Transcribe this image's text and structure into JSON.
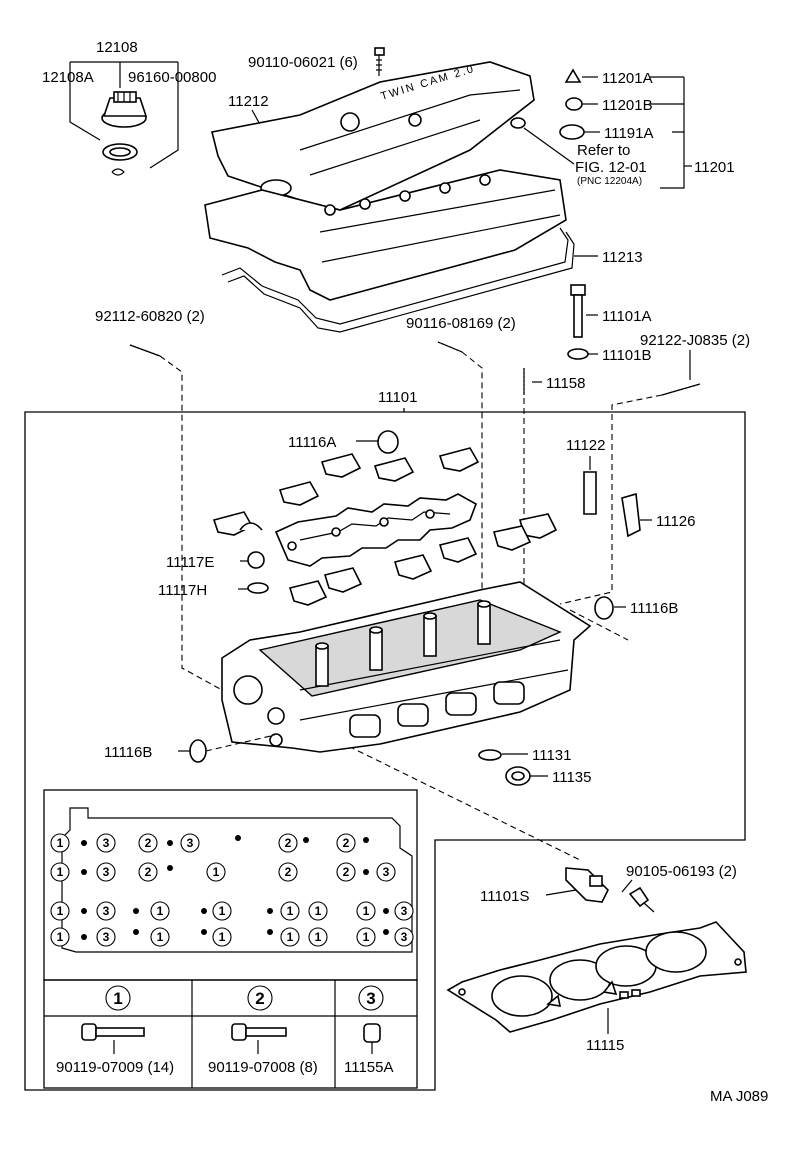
{
  "embossing": "TWIN CAM 2.0",
  "labels": {
    "p12108": "12108",
    "p12108A": "12108A",
    "p96160": "96160-00800",
    "p90110": "90110-06021 (6)",
    "p11212": "11212",
    "p11201A": "11201A",
    "p11201B": "11201B",
    "p11191A": "11191A",
    "refer1": "Refer to",
    "refer2": "FIG. 12-01",
    "refer3": "(PNC 12204A)",
    "p11201": "11201",
    "p11213": "11213",
    "p92112": "92112-60820 (2)",
    "p90116": "90116-08169 (2)",
    "p11101A": "11101A",
    "p92122": "92122-J0835 (2)",
    "p11101B": "11101B",
    "p11158": "11158",
    "p11101": "11101",
    "p11116A": "11116A",
    "p11122": "11122",
    "p11126": "11126",
    "p11117E": "11117E",
    "p11117H": "11117H",
    "p11116B_r": "11116B",
    "p11116B_l": "11116B",
    "p11131": "11131",
    "p11135": "11135",
    "p90105": "90105-06193 (2)",
    "p11101S": "11101S",
    "p11115": "11115",
    "code": "MA J089"
  },
  "bolt_table": {
    "col1": {
      "key": "1",
      "part": "90119-07009 (14)"
    },
    "col2": {
      "key": "2",
      "part": "90119-07008 (8)"
    },
    "col3": {
      "key": "3",
      "part": "11155A"
    }
  }
}
